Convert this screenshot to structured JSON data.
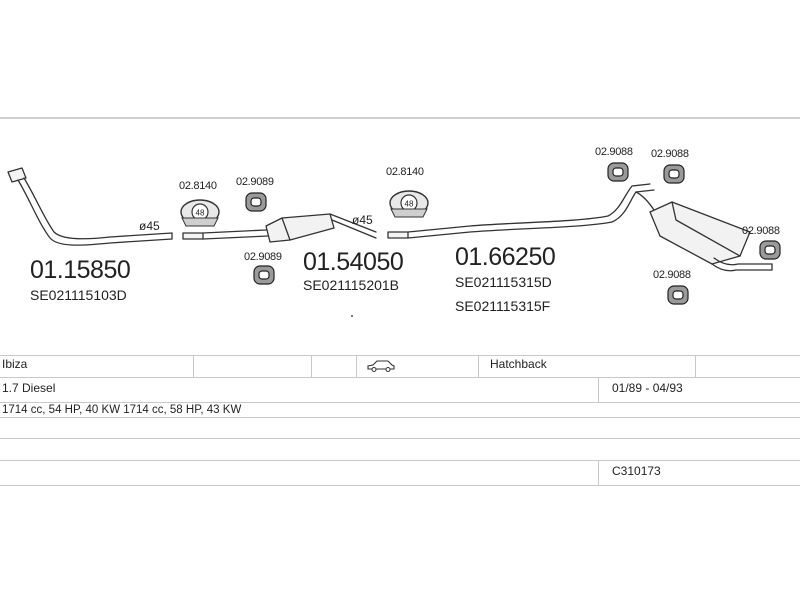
{
  "parts": {
    "p1": {
      "number": "01.15850",
      "oe": "SE021115103D"
    },
    "p2": {
      "number": "01.54050",
      "oe": "SE021115201B"
    },
    "p3": {
      "number": "01.66250",
      "oe1": "SE021115315D",
      "oe2": "SE021115315F"
    }
  },
  "hardware": {
    "clamp_a": "02.8140",
    "clamp_b": "02.8140",
    "clamp_number": "48",
    "hanger_1": "02.9089",
    "hanger_2": "02.9089",
    "hanger_3": "02.9088",
    "hanger_4": "02.9088",
    "hanger_5": "02.9088",
    "hanger_6": "02.9088"
  },
  "diameters": {
    "d1": "ø45",
    "d2": "ø45"
  },
  "vehicle": {
    "model": "Ibiza",
    "body_type": "Hatchback",
    "body_icon": "car-hatchback-icon",
    "engine": "1.7 Diesel",
    "years": "01/89 - 04/93",
    "variants": "1714 cc, 54 HP, 40 KW 1714 cc, 58 HP, 43 KW",
    "code": "C310173"
  }
}
